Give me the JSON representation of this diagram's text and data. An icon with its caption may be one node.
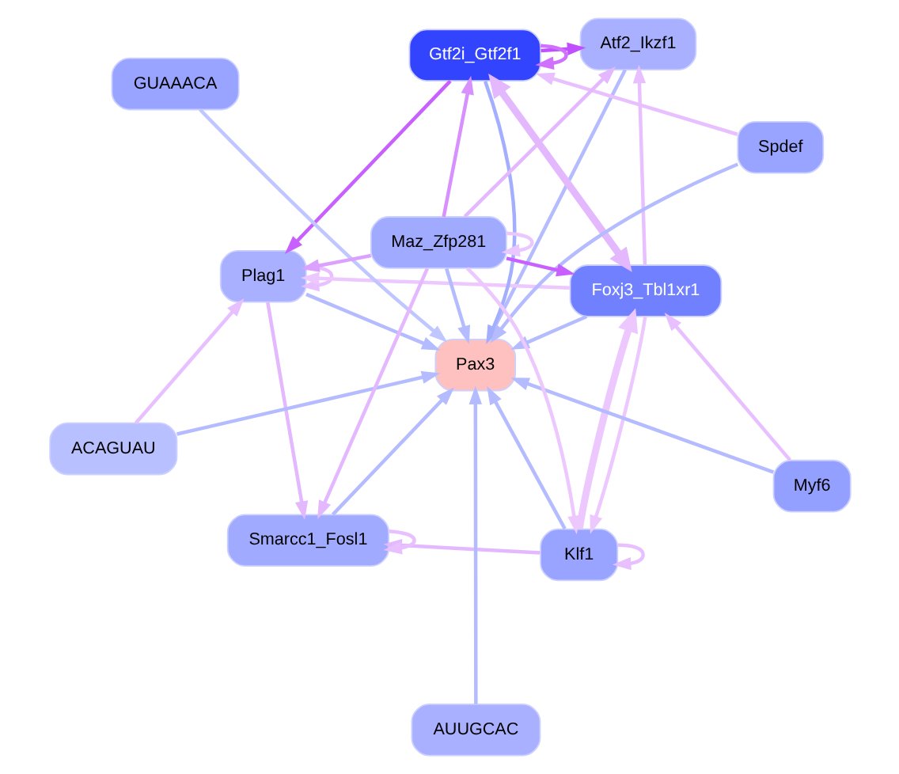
{
  "diagram": {
    "nodes": [
      {
        "text": [
          "Plag1"
        ]
      },
      {
        "text": [
          "Atf2_Ikzf1"
        ]
      },
      {
        "text": [
          "Klf1"
        ]
      },
      {
        "text": [
          "Foxj3_Tbl1xr1"
        ]
      },
      {
        "text": [
          "Smarcc1_Fosl1"
        ]
      },
      {
        "text": [
          "Gtf2i_Gtf2f1"
        ]
      },
      {
        "text": [
          "Pax3"
        ]
      },
      {
        "text": [
          "Myf6"
        ]
      },
      {
        "text": [
          "ACAGUAU"
        ]
      },
      {
        "text": [
          "Spdef"
        ]
      },
      {
        "text": [
          "AUUGCAC"
        ]
      },
      {
        "text": [
          "GUAAACA"
        ]
      },
      {
        "text": [
          "Maz_Zfp281"
        ]
      }
    ],
    "edges": [
      {
        "from": 0,
        "to": 6,
        "arrow": "to",
        "color": "#b4bcff"
      },
      {
        "from": 1,
        "to": 6,
        "arrow": "to",
        "color": "#b4bcff"
      },
      {
        "from": 2,
        "to": 6,
        "arrow": "to",
        "color": "#b4bcff"
      },
      {
        "from": 3,
        "to": 6,
        "arrow": "to",
        "color": "#b4bcff"
      },
      {
        "from": 4,
        "to": 6,
        "arrow": "to",
        "color": "#b4bcff"
      },
      {
        "from": 5,
        "to": 6,
        "arrow": "to",
        "color": "#a4aeff"
      },
      {
        "from": 7,
        "to": 6,
        "arrow": "to",
        "color": "#b4bcff"
      },
      {
        "from": 8,
        "to": 6,
        "arrow": "to",
        "color": "#b4bcff"
      },
      {
        "from": 9,
        "to": 6,
        "arrow": "to",
        "color": "#b4bcff"
      },
      {
        "from": 10,
        "to": 6,
        "arrow": "to",
        "color": "#b4bcff"
      },
      {
        "from": 11,
        "to": 6,
        "arrow": "to",
        "color": "#c0c6ff"
      },
      {
        "from": 12,
        "to": 6,
        "arrow": "to",
        "color": "#b4bcff"
      },
      {
        "from": 0,
        "to": 0,
        "arrow": "to",
        "color": "#e8c0ff"
      },
      {
        "from": 2,
        "to": 2,
        "arrow": "to",
        "color": "#e8c0ff"
      },
      {
        "from": 4,
        "to": 4,
        "arrow": "to",
        "color": "#e8c0ff"
      },
      {
        "from": 5,
        "to": 5,
        "arrow": "to",
        "color": "#d070ff"
      },
      {
        "from": 12,
        "to": 12,
        "arrow": "to",
        "color": "#eac8ff"
      },
      {
        "from": 2,
        "to": 4,
        "arrow": "to",
        "color": "#e4b8ff"
      },
      {
        "from": 0,
        "to": 4,
        "arrow": "to",
        "color": "#e4b8ff"
      },
      {
        "from": 2,
        "to": 3,
        "arrow": "to",
        "style": "thick",
        "color": "#ecc8ff"
      },
      {
        "from": 3,
        "to": 2,
        "arrow": "to",
        "color": "#ecc8ff"
      },
      {
        "from": 3,
        "to": 0,
        "arrow": "to",
        "color": "#ecc8ff"
      },
      {
        "from": 3,
        "to": 1,
        "arrow": "to",
        "color": "#e8c0ff"
      },
      {
        "from": 5,
        "to": 0,
        "arrow": "to",
        "color": "#c860ff"
      },
      {
        "from": 5,
        "to": 1,
        "arrow": "to",
        "color": "#c050ff"
      },
      {
        "from": 5,
        "to": 3,
        "arrow": "both",
        "style": "thick",
        "color": "#e4b8ff"
      },
      {
        "from": 12,
        "to": 0,
        "arrow": "to",
        "color": "#dca0ff"
      },
      {
        "from": 12,
        "to": 2,
        "arrow": "to",
        "color": "#ecc8ff"
      },
      {
        "from": 12,
        "to": 1,
        "arrow": "to",
        "color": "#e4b8ff"
      },
      {
        "from": 12,
        "to": 3,
        "arrow": "to",
        "color": "#c860ff"
      },
      {
        "from": 12,
        "to": 5,
        "arrow": "to",
        "color": "#d890ff"
      },
      {
        "from": 12,
        "to": 4,
        "arrow": "to",
        "color": "#e4b8ff"
      },
      {
        "from": 7,
        "to": 3,
        "arrow": "to",
        "color": "#e8c0ff"
      },
      {
        "from": 9,
        "to": 5,
        "arrow": "to",
        "color": "#e8c0ff"
      },
      {
        "from": 8,
        "to": 0,
        "arrow": "to",
        "color": "#e8c0ff"
      }
    ]
  }
}
